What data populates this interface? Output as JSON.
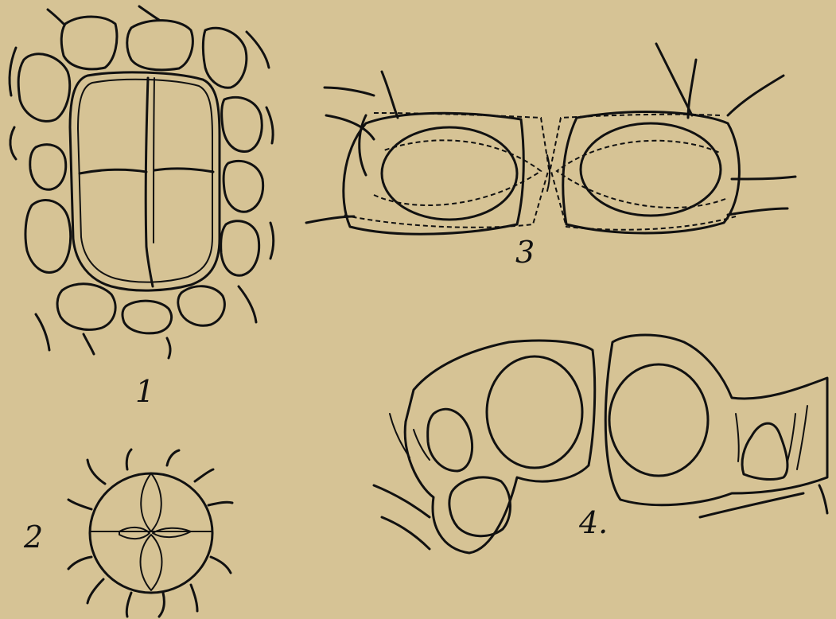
{
  "plate": {
    "background": "#d6c395",
    "ink": "#111111",
    "figures": [
      {
        "id": "fig-1",
        "label": "1"
      },
      {
        "id": "fig-2",
        "label": "2"
      },
      {
        "id": "fig-3",
        "label": "3"
      },
      {
        "id": "fig-4",
        "label": "4."
      }
    ]
  }
}
